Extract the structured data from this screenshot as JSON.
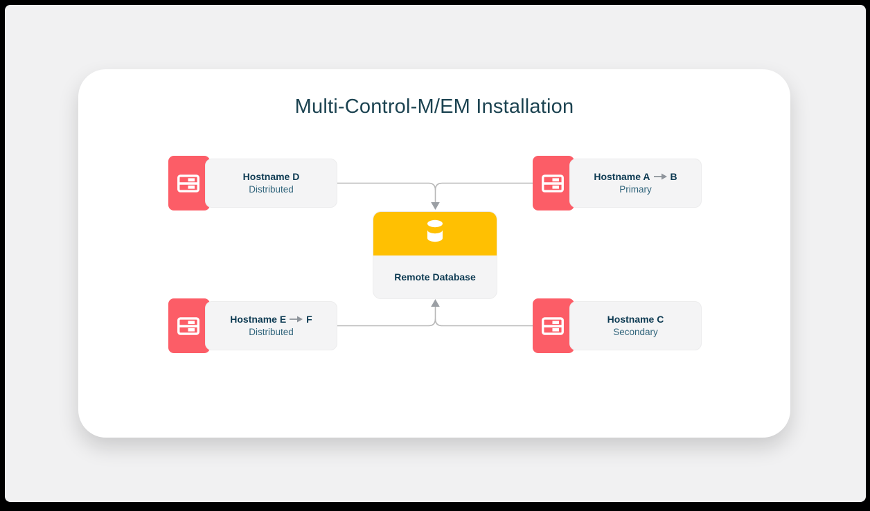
{
  "title": "Multi-Control-M/EM Installation",
  "colors": {
    "frame": "#000000",
    "page_bg": "#F1F1F2",
    "card_bg": "#FFFFFF",
    "accent_red": "#FC5D67",
    "accent_yellow": "#FFC002",
    "title_text": "#1C4351",
    "name_text": "#0D3A52",
    "role_text": "#30647B",
    "connector_line": "#B7B7B7",
    "connector_arrow": "#9B9FA4"
  },
  "nodes": [
    {
      "position": "top-left",
      "title_before": "Hostname D",
      "title_after": "",
      "subtitle": "Distributed"
    },
    {
      "position": "top-right",
      "title_before": "Hostname A",
      "title_after": "B",
      "subtitle": "Primary"
    },
    {
      "position": "bottom-left",
      "title_before": "Hostname E",
      "title_after": "F",
      "subtitle": "Distributed"
    },
    {
      "position": "bottom-right",
      "title_before": "Hostname C",
      "title_after": "",
      "subtitle": "Secondary"
    }
  ],
  "database": {
    "label": "Remote Database"
  },
  "icons": {
    "node_icon": "server-icon",
    "database_icon": "database-cylinder-icon",
    "failover_icon": "arrow-right-icon"
  }
}
